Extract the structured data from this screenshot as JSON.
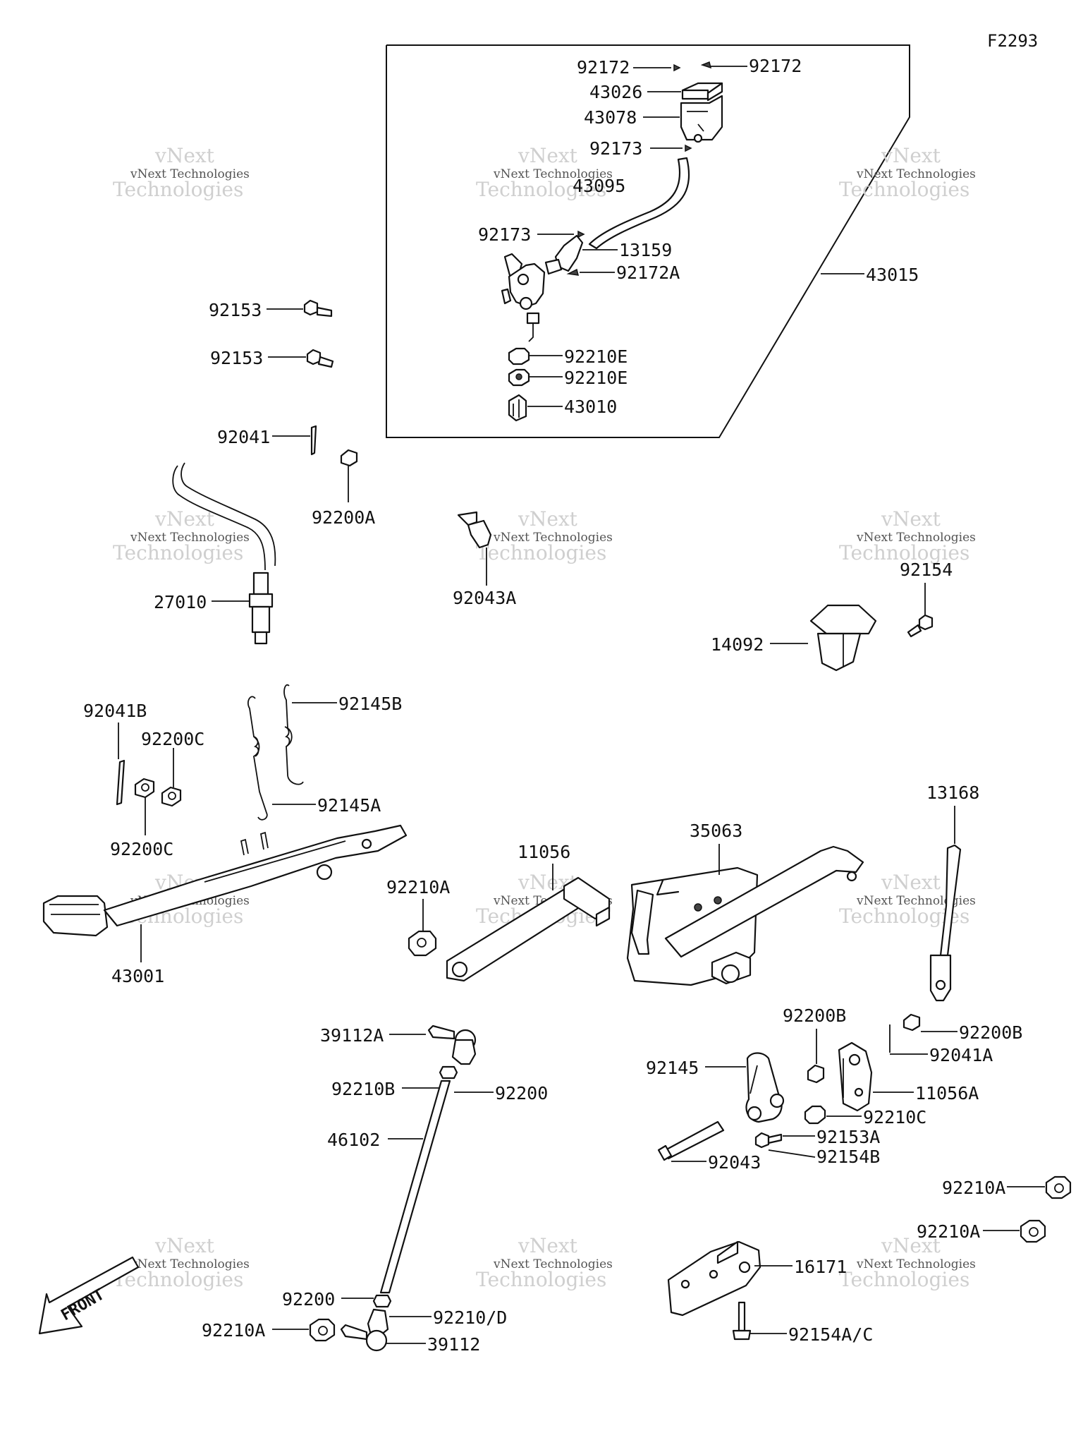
{
  "figure_ref": "F2293",
  "watermark": {
    "brand": "vNext Technologies",
    "brand_short": "vNext",
    "brand_long": "Technologies"
  },
  "labels": {
    "p92172_left": "92172",
    "p92172_right": "92172",
    "p43026": "43026",
    "p43078": "43078",
    "p92173_top": "92173",
    "p43095": "43095",
    "p92173_mid": "92173",
    "p13159": "13159",
    "p92172A": "92172A",
    "p43015": "43015",
    "p92210E_1": "92210E",
    "p92210E_2": "92210E",
    "p43010": "43010",
    "p92153_1": "92153",
    "p92153_2": "92153",
    "p92041": "92041",
    "p92200A": "92200A",
    "p27010": "27010",
    "p92043A": "92043A",
    "p92154": "92154",
    "p14092": "14092",
    "p92041B": "92041B",
    "p92200C_1": "92200C",
    "p92200C_2": "92200C",
    "p92145B": "92145B",
    "p92145A": "92145A",
    "p43001": "43001",
    "p11056": "11056",
    "p35063": "35063",
    "p92210A_mid": "92210A",
    "p13168": "13168",
    "p39112A": "39112A",
    "p92210B": "92210B",
    "p92200_top": "92200",
    "p46102": "46102",
    "p92200B_1": "92200B",
    "p92200B_2": "92200B",
    "p92041A": "92041A",
    "p92145": "92145",
    "p11056A": "11056A",
    "p92210C": "92210C",
    "p92153A": "92153A",
    "p92154B": "92154B",
    "p92043": "92043",
    "p92210A_r1": "92210A",
    "p92210A_r2": "92210A",
    "p16171": "16171",
    "p92200_bot": "92200",
    "p92210D": "92210/D",
    "p92210A_bot": "92210A",
    "p39112": "39112",
    "p92154AC": "92154A/C"
  },
  "front_arrow": {
    "text": "FRONT"
  }
}
